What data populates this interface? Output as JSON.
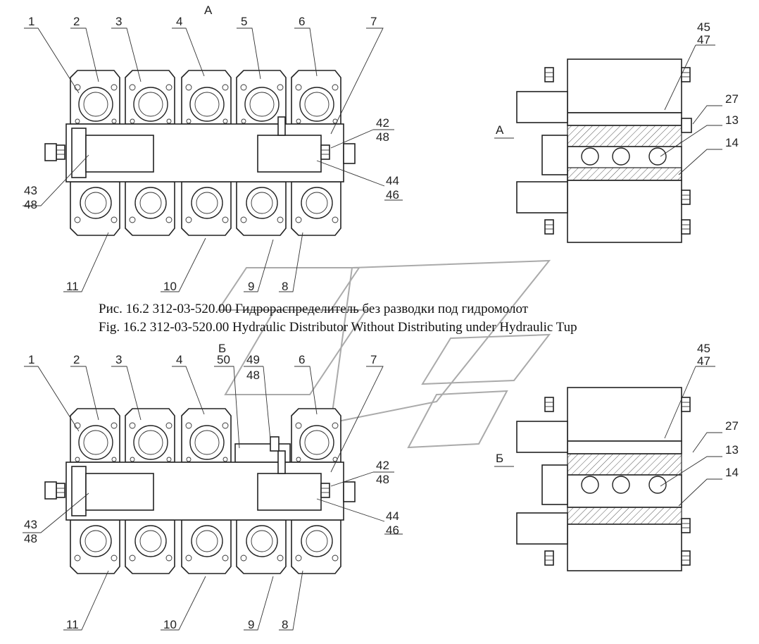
{
  "captions": {
    "ru": "Рис. 16.2   312-03-520.00    Гидрораспределитель без разводки под гидромолот",
    "en": "Fig. 16.2    312-03-520.00     Hydraulic Distributor Without Distributing under Hydraulic Tup"
  },
  "views": {
    "top_view_label": "А",
    "bottom_view_label": "Б",
    "top_arrow_label": "А",
    "bottom_arrow_label": "Б"
  },
  "callouts_top_left": {
    "c1": "1",
    "c2": "2",
    "c3": "3",
    "c4": "4",
    "c5": "5",
    "c6": "6",
    "c7": "7",
    "c42": "42",
    "c48a": "48",
    "c43": "43",
    "c48b": "48",
    "c44": "44",
    "c46": "46",
    "c11": "11",
    "c10": "10",
    "c9": "9",
    "c8": "8"
  },
  "callouts_top_right": {
    "c45": "45",
    "c47": "47",
    "c27": "27",
    "c13": "13",
    "c14": "14"
  },
  "callouts_bottom_left": {
    "c1": "1",
    "c2": "2",
    "c3": "3",
    "c4": "4",
    "c50": "50",
    "c49": "49",
    "c48t": "48",
    "c6": "6",
    "c7": "7",
    "c42": "42",
    "c48a": "48",
    "c43": "43",
    "c48b": "48",
    "c44": "44",
    "c46": "46",
    "c11": "11",
    "c10": "10",
    "c9": "9",
    "c8": "8"
  },
  "callouts_bottom_right": {
    "c45": "45",
    "c47": "47",
    "c27": "27",
    "c13": "13",
    "c14": "14"
  }
}
